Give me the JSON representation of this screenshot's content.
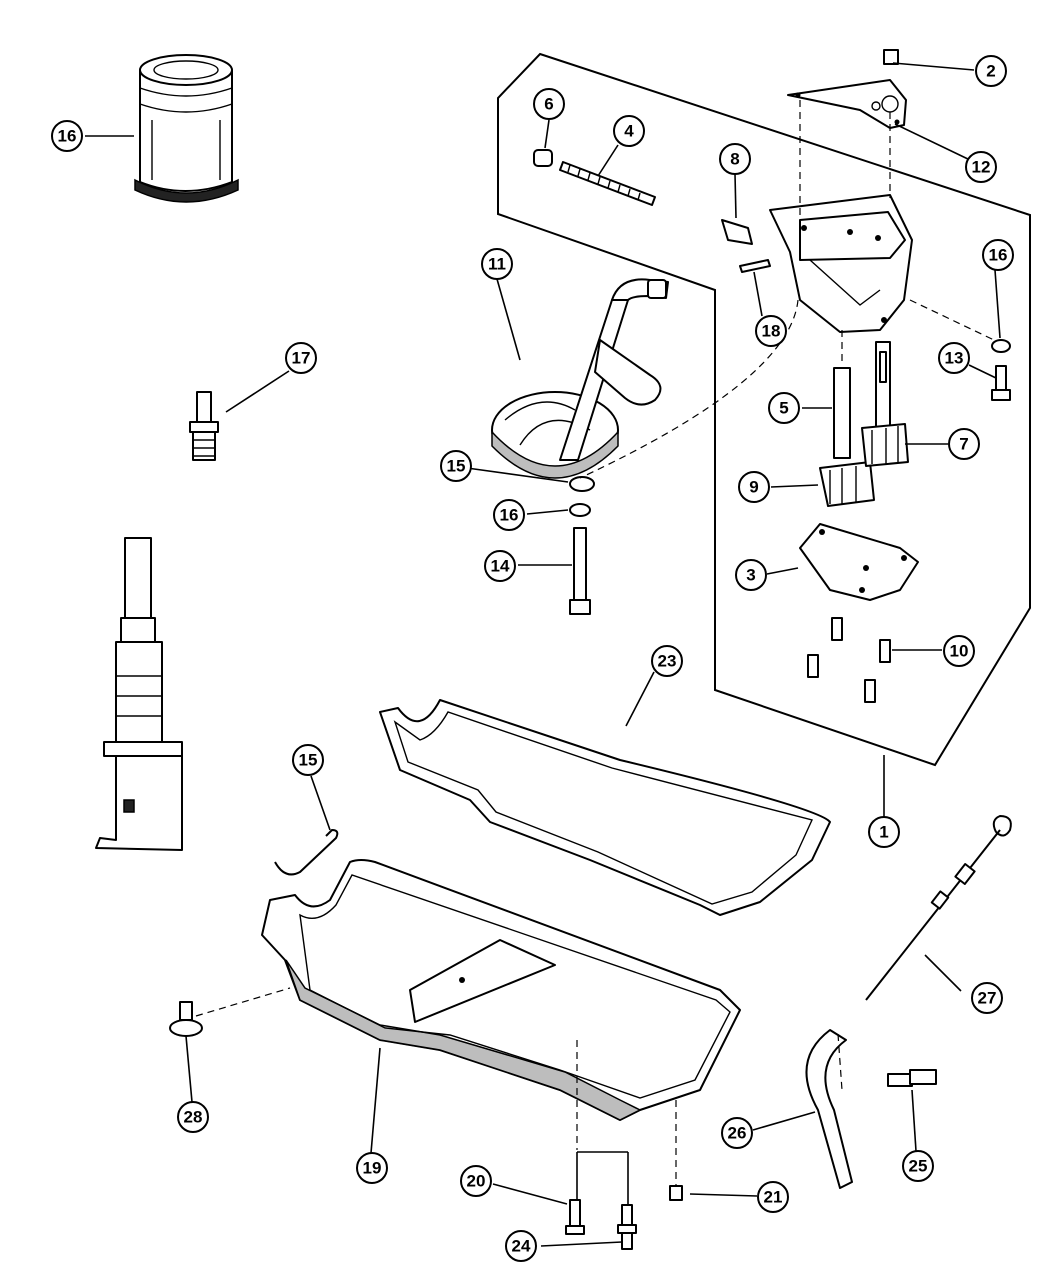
{
  "diagram": {
    "callouts": [
      {
        "id": "c1",
        "label": "1"
      },
      {
        "id": "c2",
        "label": "2"
      },
      {
        "id": "c3",
        "label": "3"
      },
      {
        "id": "c4",
        "label": "4"
      },
      {
        "id": "c5",
        "label": "5"
      },
      {
        "id": "c6",
        "label": "6"
      },
      {
        "id": "c7",
        "label": "7"
      },
      {
        "id": "c8",
        "label": "8"
      },
      {
        "id": "c9",
        "label": "9"
      },
      {
        "id": "c10",
        "label": "10"
      },
      {
        "id": "c11",
        "label": "11"
      },
      {
        "id": "c12",
        "label": "12"
      },
      {
        "id": "c13",
        "label": "13"
      },
      {
        "id": "c14",
        "label": "14"
      },
      {
        "id": "c15a",
        "label": "15"
      },
      {
        "id": "c15b",
        "label": "15"
      },
      {
        "id": "c16a",
        "label": "16"
      },
      {
        "id": "c16b",
        "label": "16"
      },
      {
        "id": "c16c",
        "label": "16"
      },
      {
        "id": "c17",
        "label": "17"
      },
      {
        "id": "c18",
        "label": "18"
      },
      {
        "id": "c19",
        "label": "19"
      },
      {
        "id": "c20",
        "label": "20"
      },
      {
        "id": "c21",
        "label": "21"
      },
      {
        "id": "c23",
        "label": "23"
      },
      {
        "id": "c24",
        "label": "24"
      },
      {
        "id": "c25",
        "label": "25"
      },
      {
        "id": "c26",
        "label": "26"
      },
      {
        "id": "c27",
        "label": "27"
      },
      {
        "id": "c28",
        "label": "28"
      }
    ]
  }
}
